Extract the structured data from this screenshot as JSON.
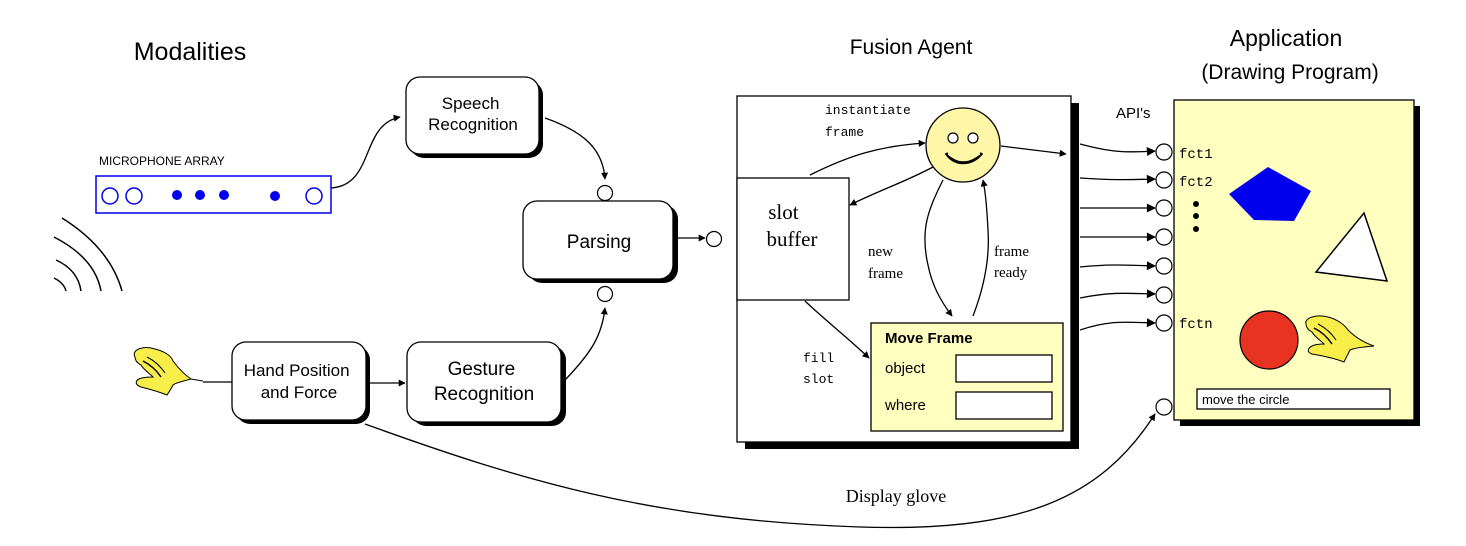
{
  "headings": {
    "modalities": "Modalities",
    "fusion_agent": "Fusion Agent",
    "application": "Application",
    "application_sub": "(Drawing Program)"
  },
  "microphone": {
    "label": "MICROPHONE ARRAY",
    "color": "#0000ee",
    "elements": [
      "open",
      "open",
      "filled",
      "filled",
      "filled",
      "filled",
      "open"
    ]
  },
  "modules": {
    "speech": [
      "Speech",
      "Recognition"
    ],
    "hand": [
      "Hand Position",
      "and Force"
    ],
    "gesture": [
      "Gesture",
      "Recognition"
    ],
    "parsing": "Parsing"
  },
  "fusion": {
    "slot_buffer": [
      "slot",
      "buffer"
    ],
    "instantiate": [
      "instantiate",
      "frame"
    ],
    "new_frame": [
      "new",
      "frame"
    ],
    "frame_ready": [
      "frame",
      "ready"
    ],
    "fill_slot": [
      "fill",
      "slot"
    ],
    "move_frame": {
      "title": "Move Frame",
      "fields": [
        {
          "label": "object",
          "value": ""
        },
        {
          "label": "where",
          "value": ""
        }
      ]
    }
  },
  "application": {
    "apis_label": "API's",
    "functions": [
      "fct1",
      "fct2",
      "fctn"
    ],
    "command_text": "move the circle",
    "panel_color": "#ffffc0",
    "shapes": {
      "pentagon_color": "#0000ee",
      "circle_color": "#e83323",
      "triangle_color": "#ffffff"
    }
  },
  "display_glove_label": "Display glove",
  "colors": {
    "frame_yellow": "#ffffc0",
    "smiley": "#fff6a8",
    "glove": "#f8ee4a"
  }
}
